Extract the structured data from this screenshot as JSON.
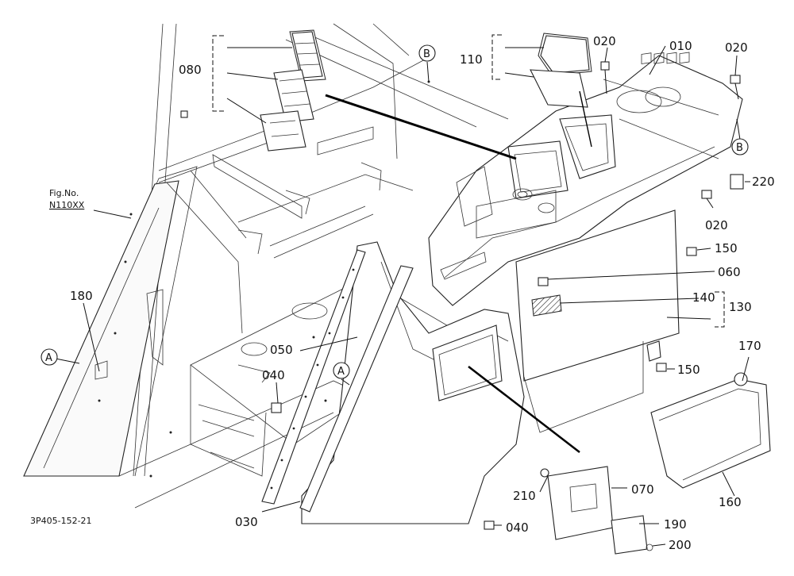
{
  "drawing_id": "3P405-152-21",
  "figure_ref": {
    "line1": "Fig.No.",
    "line2": "N110XX"
  },
  "ref_markers": {
    "a": "A",
    "b": "B"
  },
  "parts": {
    "p010": "010",
    "p020": "020",
    "p030": "030",
    "p040": "040",
    "p050": "050",
    "p060": "060",
    "p070": "070",
    "p080": "080",
    "p110": "110",
    "p130": "130",
    "p140": "140",
    "p150": "150",
    "p160": "160",
    "p170": "170",
    "p180": "180",
    "p190": "190",
    "p200": "200",
    "p210": "210",
    "p220": "220"
  }
}
